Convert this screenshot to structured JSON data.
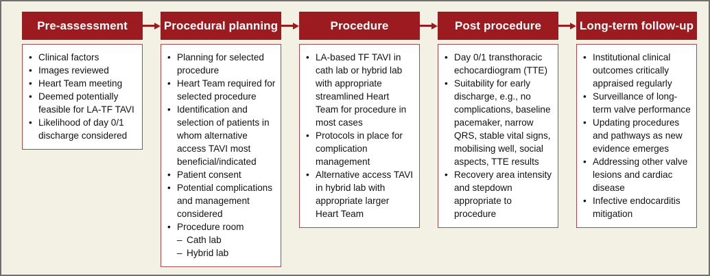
{
  "markers": {
    "bullet": "•",
    "dash": "–"
  },
  "colors": {
    "header_bg": "#9B1B21",
    "header_text": "#FFFFFF",
    "content_box_bg": "#FFFFFF",
    "content_box_border": "#A8494E",
    "figure_bg": "#F2F1E4",
    "outer_border": "#6F6F6F",
    "arrow": "#9B1B21",
    "body_text": "#111111"
  },
  "columns": [
    {
      "title": "Pre-assessment",
      "items": [
        {
          "type": "bullet",
          "text": "Clinical factors"
        },
        {
          "type": "bullet",
          "text": "Images reviewed"
        },
        {
          "type": "bullet",
          "text": "Heart Team meeting"
        },
        {
          "type": "bullet",
          "text": "Deemed potentially feasible for LA-TF TAVI"
        },
        {
          "type": "bullet",
          "text": "Likelihood of day 0/1 discharge considered"
        }
      ]
    },
    {
      "title": "Procedural planning",
      "items": [
        {
          "type": "bullet",
          "text": "Planning for selected procedure"
        },
        {
          "type": "bullet",
          "text": "Heart Team required for selected procedure"
        },
        {
          "type": "bullet",
          "text": "Identification and selection of patients in whom alternative access TAVI most beneficial/indicated"
        },
        {
          "type": "bullet",
          "text": "Patient consent"
        },
        {
          "type": "bullet",
          "text": "Potential complications and management considered"
        },
        {
          "type": "bullet",
          "text": "Procedure room"
        },
        {
          "type": "dash",
          "text": "Cath lab"
        },
        {
          "type": "dash",
          "text": "Hybrid lab"
        }
      ]
    },
    {
      "title": "Procedure",
      "items": [
        {
          "type": "bullet",
          "text": "LA-based TF TAVI in cath lab or hybrid lab with appropriate streamlined Heart Team for procedure in most cases"
        },
        {
          "type": "bullet",
          "text": "Protocols in place for complication management"
        },
        {
          "type": "bullet",
          "text": "Alternative access TAVI in hybrid lab with appropriate larger Heart Team"
        }
      ]
    },
    {
      "title": "Post procedure",
      "items": [
        {
          "type": "bullet",
          "text": "Day 0/1 transthoracic echocardiogram (TTE)"
        },
        {
          "type": "bullet",
          "text": "Suitability for early discharge, e.g., no complications, baseline pacemaker, narrow QRS, stable vital signs, mobilising well, social aspects, TTE results"
        },
        {
          "type": "bullet",
          "text": "Recovery area intensity and stepdown appropriate to procedure"
        }
      ]
    },
    {
      "title": "Long-term follow-up",
      "items": [
        {
          "type": "bullet",
          "text": "Institutional clinical outcomes critically appraised regularly"
        },
        {
          "type": "bullet",
          "text": "Surveillance of long-term valve performance"
        },
        {
          "type": "bullet",
          "text": "Updating procedures and pathways as new evidence emerges"
        },
        {
          "type": "bullet",
          "text": "Addressing other valve lesions and cardiac disease"
        },
        {
          "type": "bullet",
          "text": "Infective endocarditis mitigation"
        }
      ]
    }
  ]
}
